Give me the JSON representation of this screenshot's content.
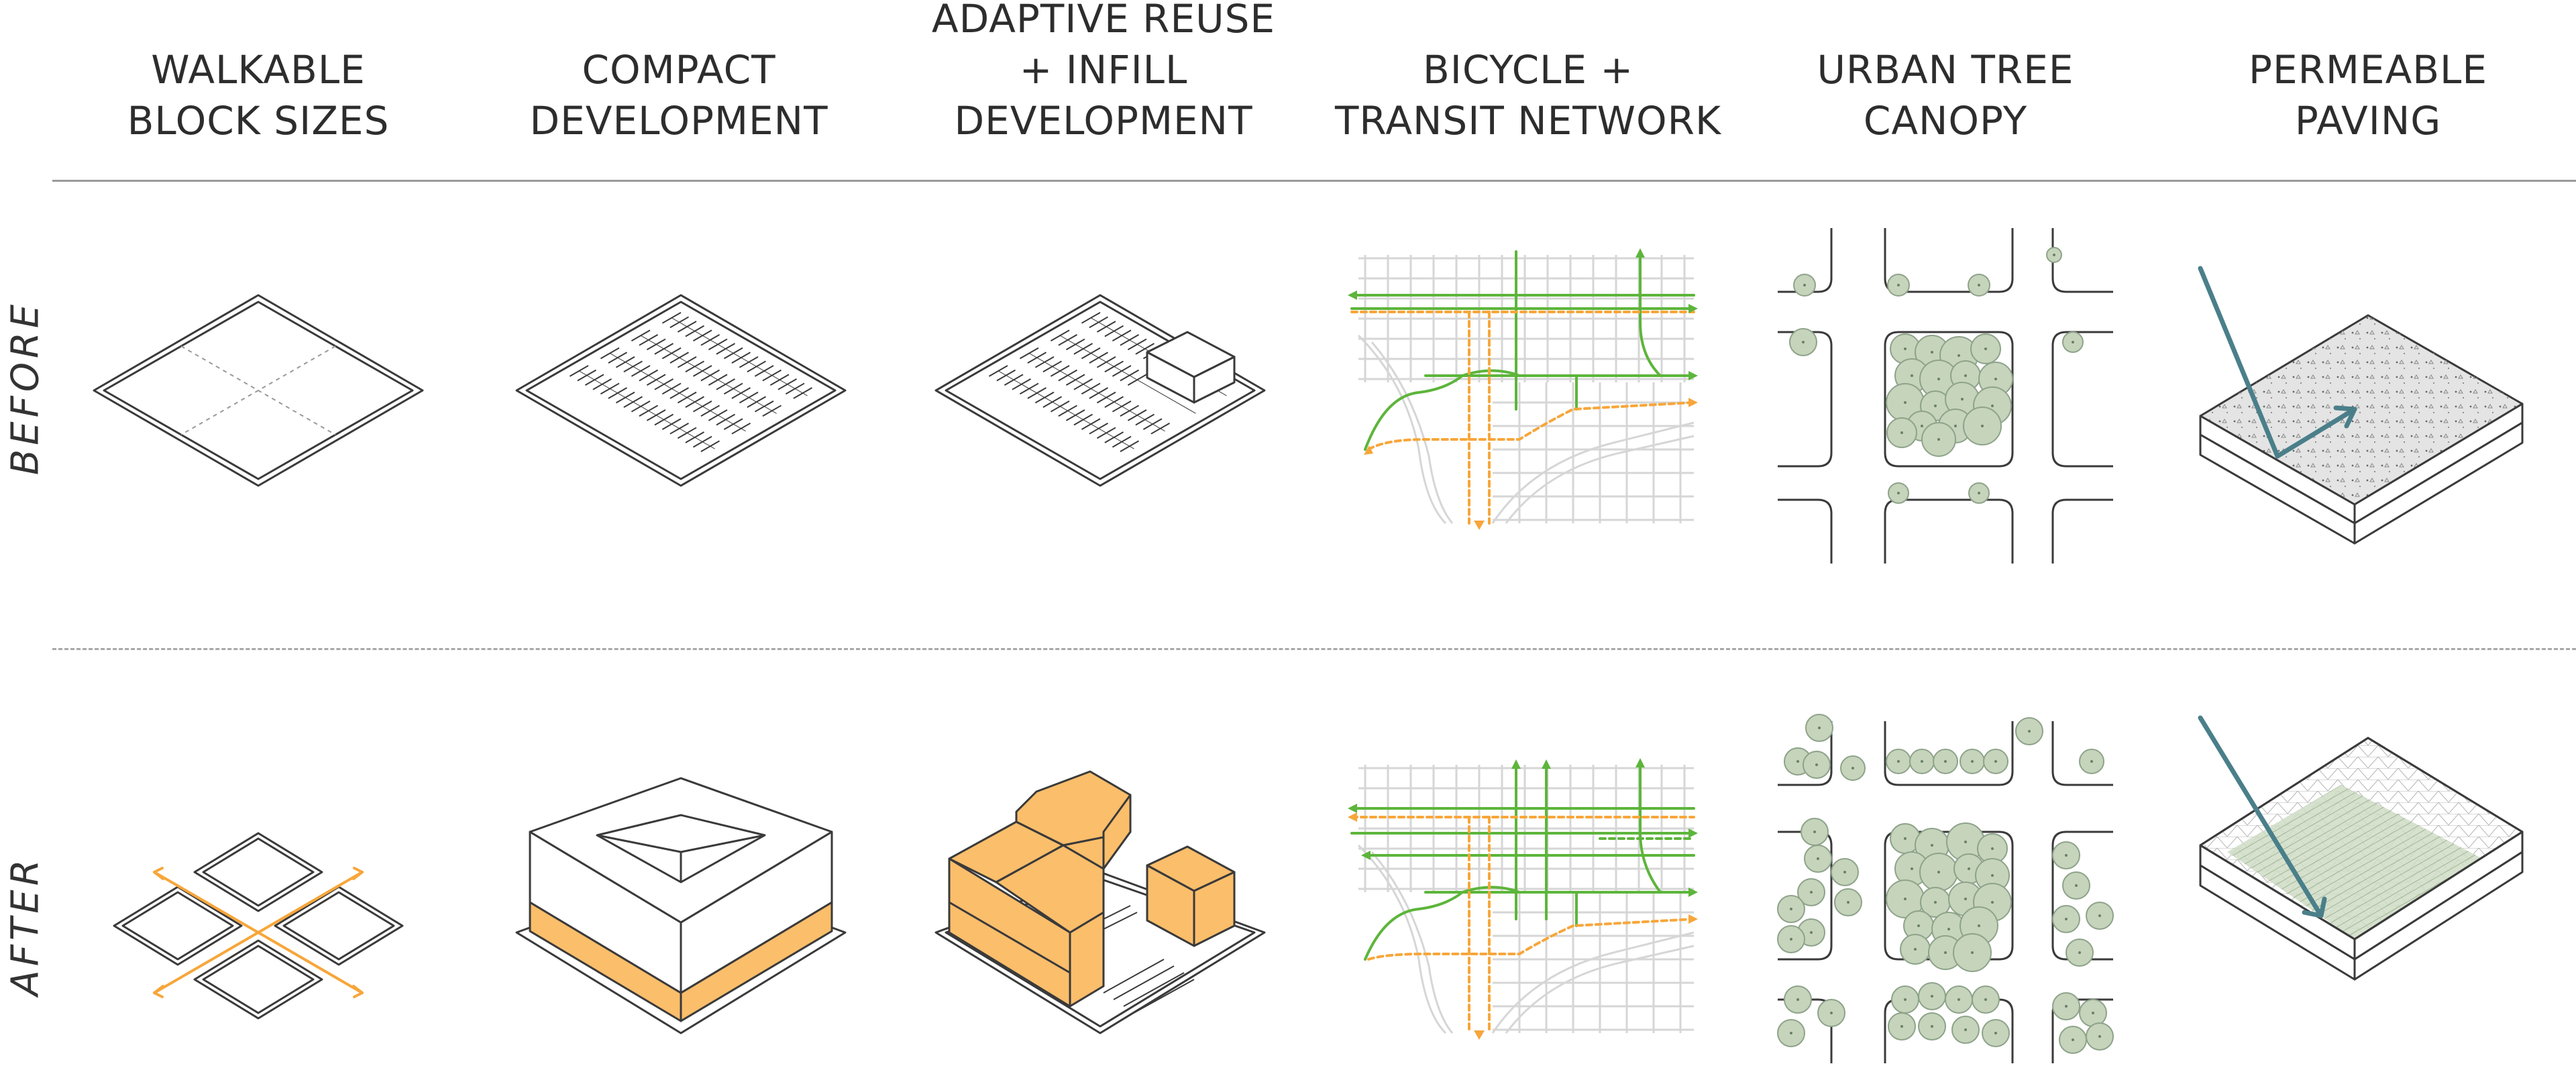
{
  "columns": [
    {
      "id": "walkable",
      "lines": [
        "WALKABLE",
        "BLOCK SIZES"
      ]
    },
    {
      "id": "compact",
      "lines": [
        "COMPACT",
        "DEVELOPMENT"
      ]
    },
    {
      "id": "adaptive",
      "lines": [
        "ADAPTIVE REUSE",
        "+ INFILL",
        "DEVELOPMENT"
      ]
    },
    {
      "id": "bicycle",
      "lines": [
        "BICYCLE +",
        "TRANSIT NETWORK"
      ]
    },
    {
      "id": "canopy",
      "lines": [
        "URBAN TREE",
        "CANOPY"
      ]
    },
    {
      "id": "paving",
      "lines": [
        "PERMEABLE",
        "PAVING"
      ]
    }
  ],
  "rows": {
    "before": "BEFORE",
    "after": "AFTER"
  },
  "colors": {
    "orange": "#F7A63A",
    "orange_fill": "#FBBE6B",
    "green": "#5DB53B",
    "tree": "#C5D4BB",
    "tree_stroke": "#8EA38A",
    "water": "#4A7F8A",
    "line": "#3a3a3a",
    "grid": "#d9d9d9"
  }
}
